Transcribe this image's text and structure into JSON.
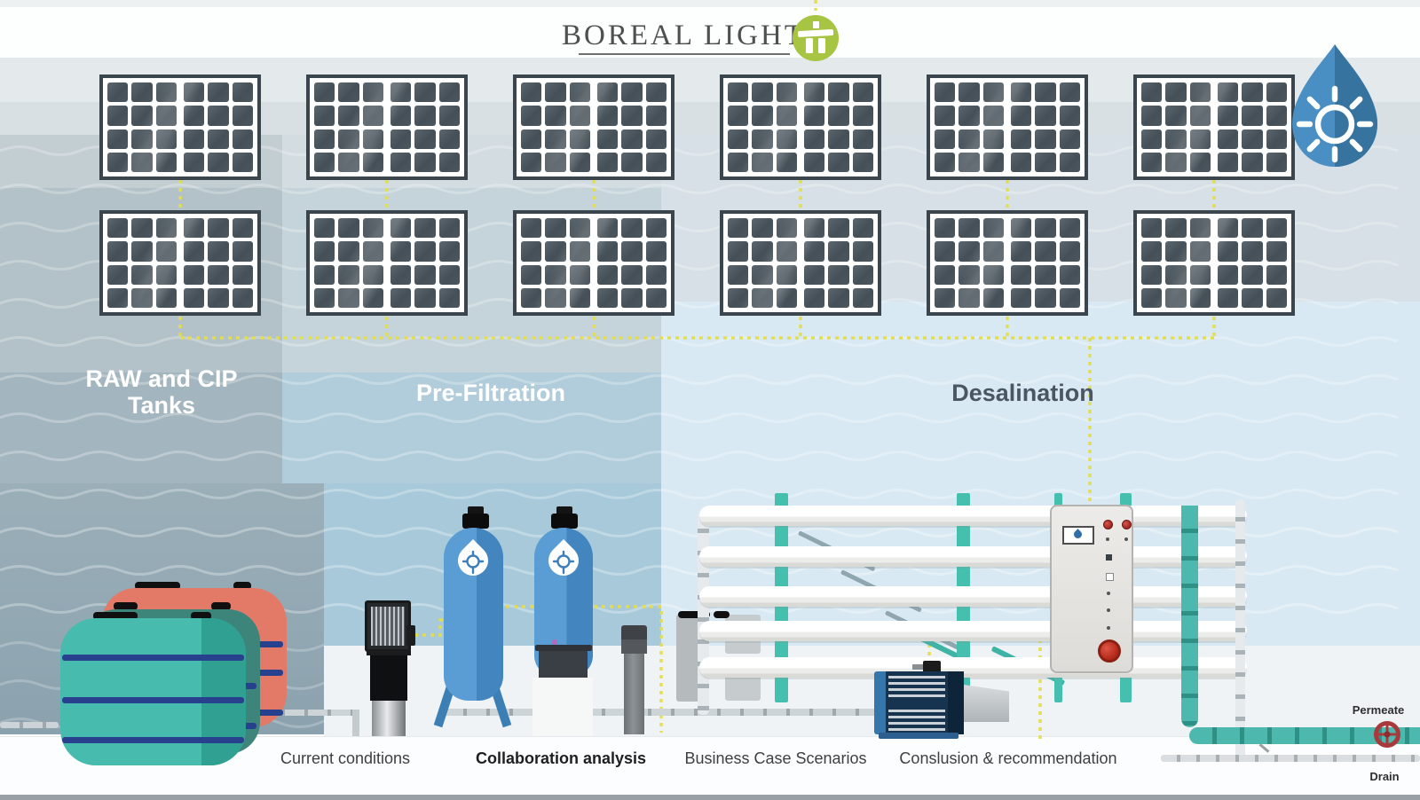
{
  "header": {
    "brand": "BOREAL LIGHT"
  },
  "labels": {
    "raw_cip_line1": "RAW and CIP",
    "raw_cip_line2": "Tanks",
    "pre_filtration": "Pre-Filtration",
    "desalination": "Desalination",
    "permeate": "Permeate",
    "drain": "Drain"
  },
  "footer": {
    "items": [
      {
        "label": "Current conditions",
        "active": false
      },
      {
        "label": "Collaboration analysis",
        "active": true
      },
      {
        "label": "Business Case Scenarios",
        "active": false
      },
      {
        "label": "Conslusion & recommendation",
        "active": false
      }
    ]
  },
  "colors": {
    "accent_yellow": "#e3dd4e",
    "brand_green": "#a7c442",
    "water_blue": "#4e93cf",
    "tank_teal": "#47bcae",
    "tank_salmon": "#e27a67",
    "tank_green": "#3d857a",
    "band_navy": "#27418f",
    "pump_navy": "#16334f",
    "alert_red": "#c2362b",
    "rack_teal": "#45bfae"
  }
}
